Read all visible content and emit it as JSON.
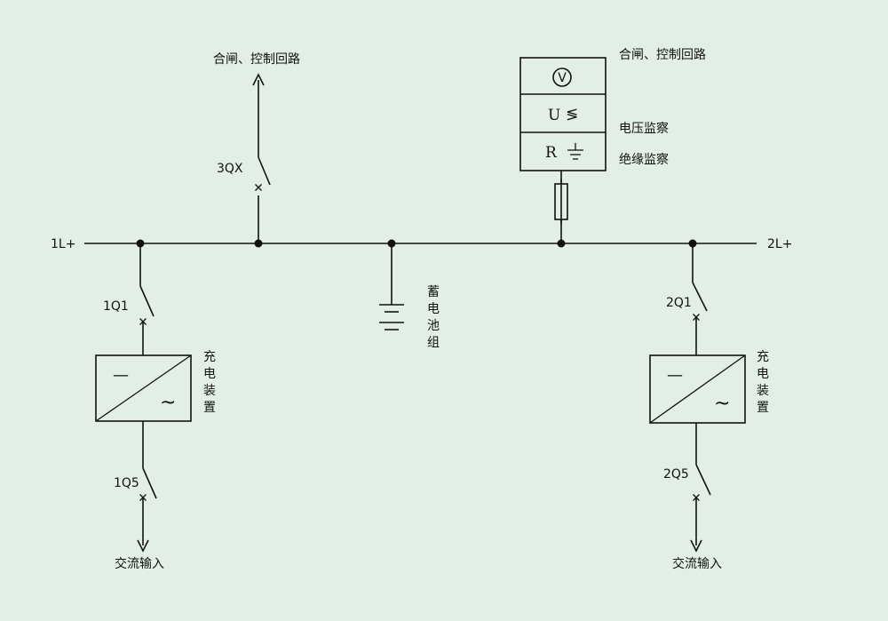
{
  "bus": {
    "left_label": "1L+",
    "right_label": "2L+"
  },
  "switches": {
    "s3qx": "3QX",
    "s1q1": "1Q1",
    "s1q5": "1Q5",
    "s2q1": "2Q1",
    "s2q5": "2Q5"
  },
  "branch_top_left": {
    "label": "合闸、控制回路"
  },
  "monitor": {
    "label_top": "合闸、控制回路",
    "voltage_meter_symbol": "V",
    "u_symbol": "U",
    "u_compare_symbol": "≶",
    "r_symbol": "R",
    "voltage_monitor_label": "电压监察",
    "insulation_monitor_label": "绝缘监察"
  },
  "battery": {
    "label_chars": [
      "蓄",
      "电",
      "池",
      "组"
    ]
  },
  "charger_left": {
    "label_chars": [
      "充",
      "电",
      "装",
      "置"
    ],
    "dc_symbol": "—",
    "ac_symbol": "~",
    "input_label": "交流输入"
  },
  "charger_right": {
    "label_chars": [
      "充",
      "电",
      "装",
      "置"
    ],
    "dc_symbol": "—",
    "ac_symbol": "~",
    "input_label": "交流输入"
  },
  "icons": {
    "voltmeter": "voltmeter-icon",
    "ground": "ground-icon",
    "fuse": "fuse-icon",
    "battery": "battery-icon",
    "arrow": "arrow-icon"
  },
  "colors": {
    "background": "#e3efe6",
    "line": "#111111"
  }
}
